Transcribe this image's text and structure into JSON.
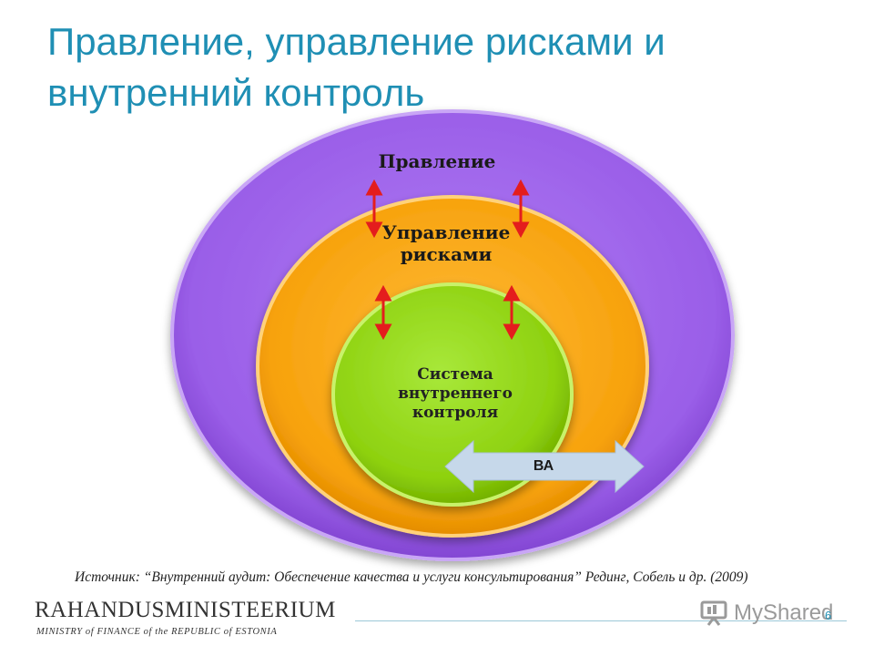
{
  "title": "Правление, управление рисками и внутренний контроль",
  "diagram": {
    "outer_label": "Правление",
    "middle_label": "Управление рисками",
    "inner_label": "Система внутреннего контроля",
    "arrow_label": "ВА",
    "colors": {
      "outer": "#9a5ee8",
      "middle": "#f7a20c",
      "inner": "#8ed10f",
      "arrow": "#c6d8ea",
      "link_arrows": "#e41d1d"
    }
  },
  "source": "Источник: “Внутренний аудит: Обеспечение качества и услуги консультирования” Рединг, Собель и др. (2009)",
  "footer": {
    "logo_main": "RAHANDUSMINISTEERIUM",
    "logo_sub": "MINISTRY of FINANCE of the REPUBLIC of ESTONIA",
    "watermark": "MyShared",
    "slide_number": "6"
  }
}
